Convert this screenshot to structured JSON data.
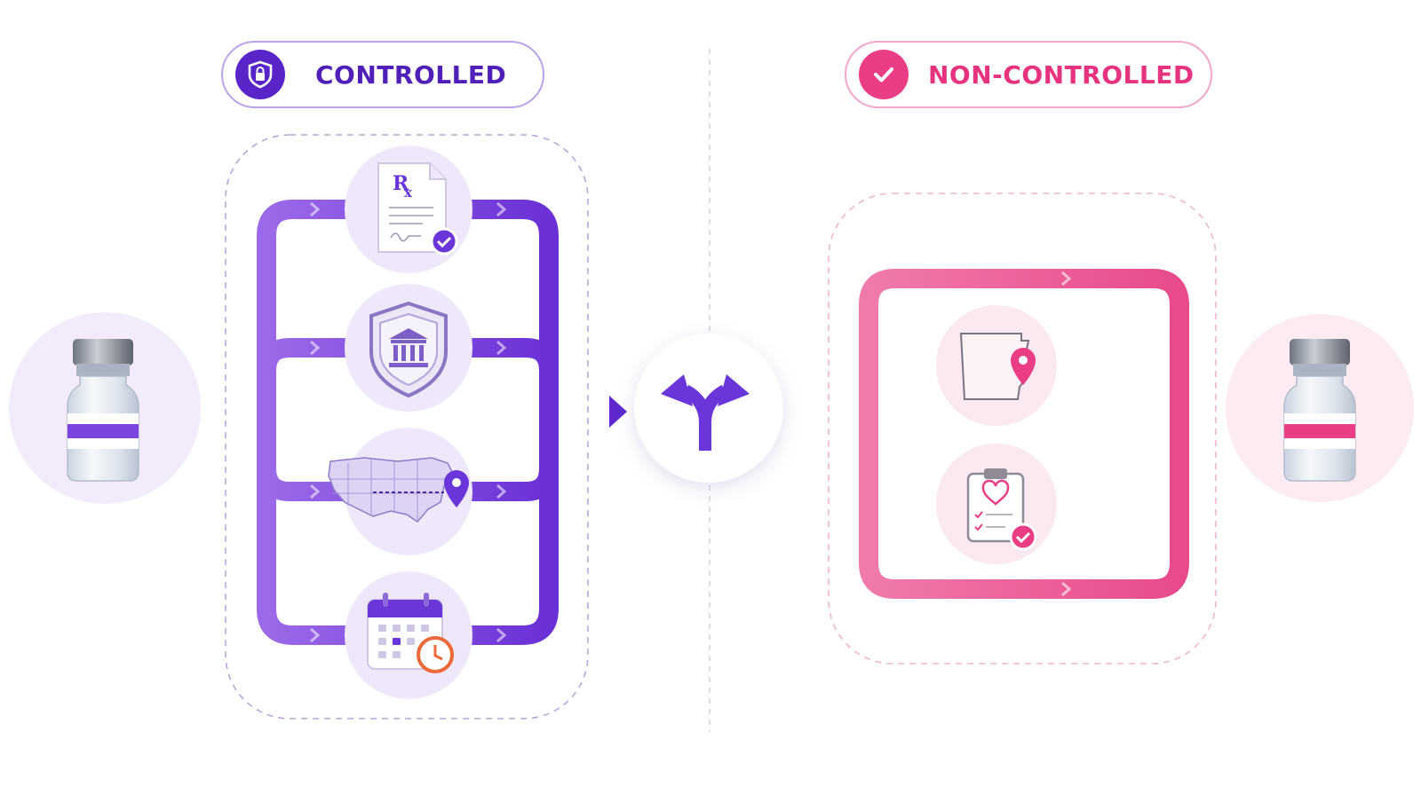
{
  "controlled": {
    "label": "CONTROLLED",
    "badge_icon": "lock-shield-icon",
    "color": "#6a35d9",
    "steps": [
      {
        "name": "prescription-step",
        "icon": "prescription-document-icon"
      },
      {
        "name": "regulatory-step",
        "icon": "bank-shield-icon"
      },
      {
        "name": "state-map-step",
        "icon": "us-map-pin-icon"
      },
      {
        "name": "schedule-step",
        "icon": "calendar-clock-icon"
      }
    ]
  },
  "non_controlled": {
    "label": "NON-CONTROLLED",
    "badge_icon": "check-icon",
    "color": "#ec4d8f",
    "steps": [
      {
        "name": "state-location-step",
        "icon": "state-map-pin-icon"
      },
      {
        "name": "clinical-checklist-step",
        "icon": "clipboard-heart-icon"
      }
    ]
  },
  "center": {
    "icon": "split-arrows-icon"
  },
  "vials": {
    "left_accent": "#7c45e0",
    "right_accent": "#e93d86"
  }
}
